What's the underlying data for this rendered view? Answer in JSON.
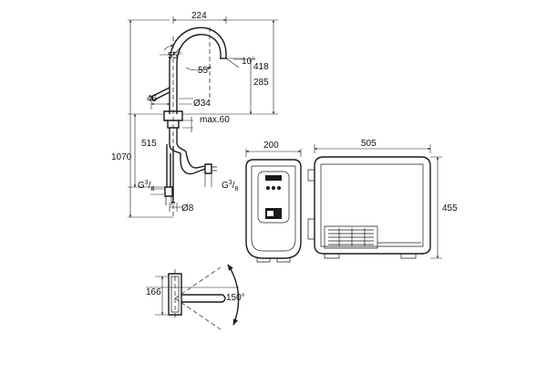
{
  "faucet": {
    "width": "224",
    "height_total": "418",
    "height_spout": "285",
    "angle_spout": "55°",
    "angle_lever": "55°",
    "angle_tilt": "10°",
    "reach_lever": "46",
    "hole_diameter": "Ø34",
    "deck_max": "max.60",
    "length_hose": "515",
    "length_total": "1070",
    "thread_left_base": "G",
    "thread_right_base": "G",
    "thread_fraction_num": "3",
    "thread_fraction_den": "8",
    "pipe_diameter": "Ø8"
  },
  "boiler": {
    "depth": "200",
    "width": "505",
    "height": "455"
  },
  "top_view": {
    "offset": "166",
    "swivel_angle": "150°"
  }
}
